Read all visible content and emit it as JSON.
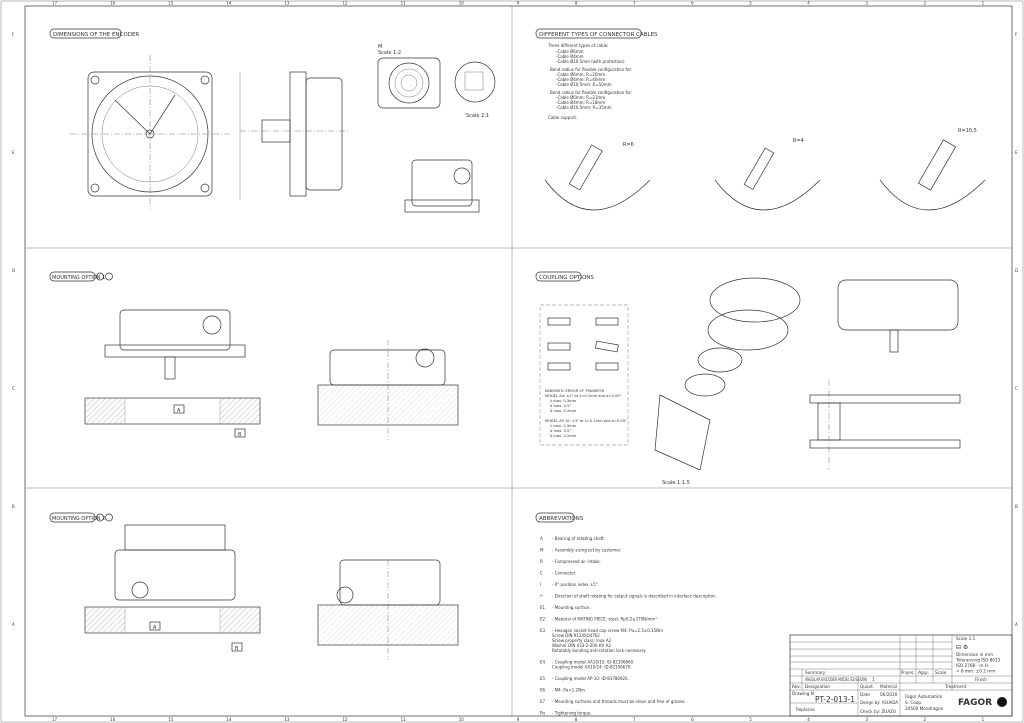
{
  "sheet": {
    "columns": [
      "17",
      "16",
      "15",
      "14",
      "13",
      "12",
      "11",
      "10",
      "9",
      "8",
      "7",
      "6",
      "5",
      "4",
      "3",
      "2",
      "1"
    ],
    "rows": [
      "F",
      "E",
      "D",
      "C",
      "B",
      "A"
    ]
  },
  "sections": {
    "dimensions": {
      "title": "DIMENSIONS OF THE ENCODER",
      "view_label": "M",
      "scale_1": "Scale 1:2",
      "scale_2": "Scale 2:1"
    },
    "cables": {
      "title": "DIFFERENT TYPES OF CONNECTOR CABLES",
      "lines": [
        "Three different types of cable:",
        "-Cable Ø6mm",
        "-Cable Ø4mm",
        "-Cable Ø10,5mm (with protection)",
        "Bend radius for flexible configuration for:",
        "-Cable Ø6mm: R=20mm",
        "-Cable Ø4mm: R=40mm",
        "-Cable Ø10,5mm: R=50mm",
        "Bend radius for flexible configuration for:",
        "-Cable Ø6mm: R=21mm",
        "-Cable Ø4mm: R=18mm",
        "-Cable Ø10,5mm: R=35mm",
        "Cable support."
      ],
      "radius_labels": [
        "R=6",
        "R=4",
        "R=10.5"
      ]
    },
    "mounting1": {
      "title": "MOUNTING OPTION 1",
      "refs": [
        "A",
        "B"
      ]
    },
    "coupling": {
      "title": "COUPLING OPTIONS",
      "kinematic": [
        "KINEMATIC ERROR OF TRANSFER",
        "MODEL AA: ±2\" at λ=0.1mm and α=0.09°",
        "λ max. 0.3mm",
        "α max. 0.5°",
        "δ max. 0.2mm",
        "MODEL AP-10: ±3\" at λ=0.1mm and α=0.09°",
        "λ max. 0.3mm",
        "α max. 0.5°",
        "δ max. 0.2mm"
      ],
      "scale": "Scale 1:1.5"
    },
    "mounting2": {
      "title": "MOUNTING OPTION 2",
      "refs": [
        "A",
        "B"
      ]
    },
    "abbreviations": {
      "title": "ABBREVIATIONS",
      "items": [
        {
          "key": "A",
          "text": "Bearing of rotating shaft."
        },
        {
          "key": "M",
          "text": "Assembly sizing set by customer."
        },
        {
          "key": "R",
          "text": "Compressed air intake."
        },
        {
          "key": "C",
          "text": "Connector."
        },
        {
          "key": "I",
          "text": "0° position index ±5°."
        },
        {
          "key": "↶",
          "text": "Direction of shaft rotating for output signals is described in interface description."
        },
        {
          "key": "E1",
          "text": "Mounting surface."
        },
        {
          "key": "E2",
          "text": "Material of MATING PIECE: steel, Rp0,2≥370N/mm²"
        },
        {
          "key": "E3",
          "text": "Hexagon socket head cap screw M4: Pα=2.5±0.15Nm\nScrew DIN 912/ISO4762\nScrew property class: Inox A2\nWasher DIN 433-2-200 HV A2\nRotatably bonding anti-rotation lock necessary."
        },
        {
          "key": "E4",
          "text": "Coupling model AA10/15: ID-82106660.\nCoupling model AA10/14: ID-82106670."
        },
        {
          "key": "E5",
          "text": "Coupling model AP-10: ID-83780920."
        },
        {
          "key": "E6",
          "text": "M4: Pα=1.2Nm."
        },
        {
          "key": "E7",
          "text": "Mounting surfaces and threads must be clean and free of grease."
        },
        {
          "key": "Pα",
          "text": "Tightening torque."
        }
      ]
    }
  },
  "title_block": {
    "scale": "Scale 1:1",
    "notes": [
      "Dimension in mm",
      "Tolerancing ISO 8015",
      "ISO 2768 - m H",
      "< 6 mm: ±0.2 mm"
    ],
    "summary_label": "Summary",
    "designation": "ANGULAR ENCODER MODEL S2/S3/D90",
    "quantity": "1",
    "headers": {
      "rev": "Rev.",
      "designation": "Designation",
      "quant": "Quant.",
      "material": "Material",
      "treatment": "Treatment",
      "finish": "Finish",
      "proyec": "Proyec.",
      "app": "App.",
      "scale": "Scale"
    },
    "drawing_label": "Drawing N",
    "drawing_number": "PT-2-013-1",
    "replaces_label": "Replaces",
    "date_label": "Date",
    "date": "06/2020",
    "design_by": "Design by: ASUADA",
    "check_by": "Check by: ZUAZU",
    "company": [
      "Fagor Automation",
      "S. Coop.",
      "20500 Mondragon"
    ],
    "logo": "FAGOR"
  }
}
